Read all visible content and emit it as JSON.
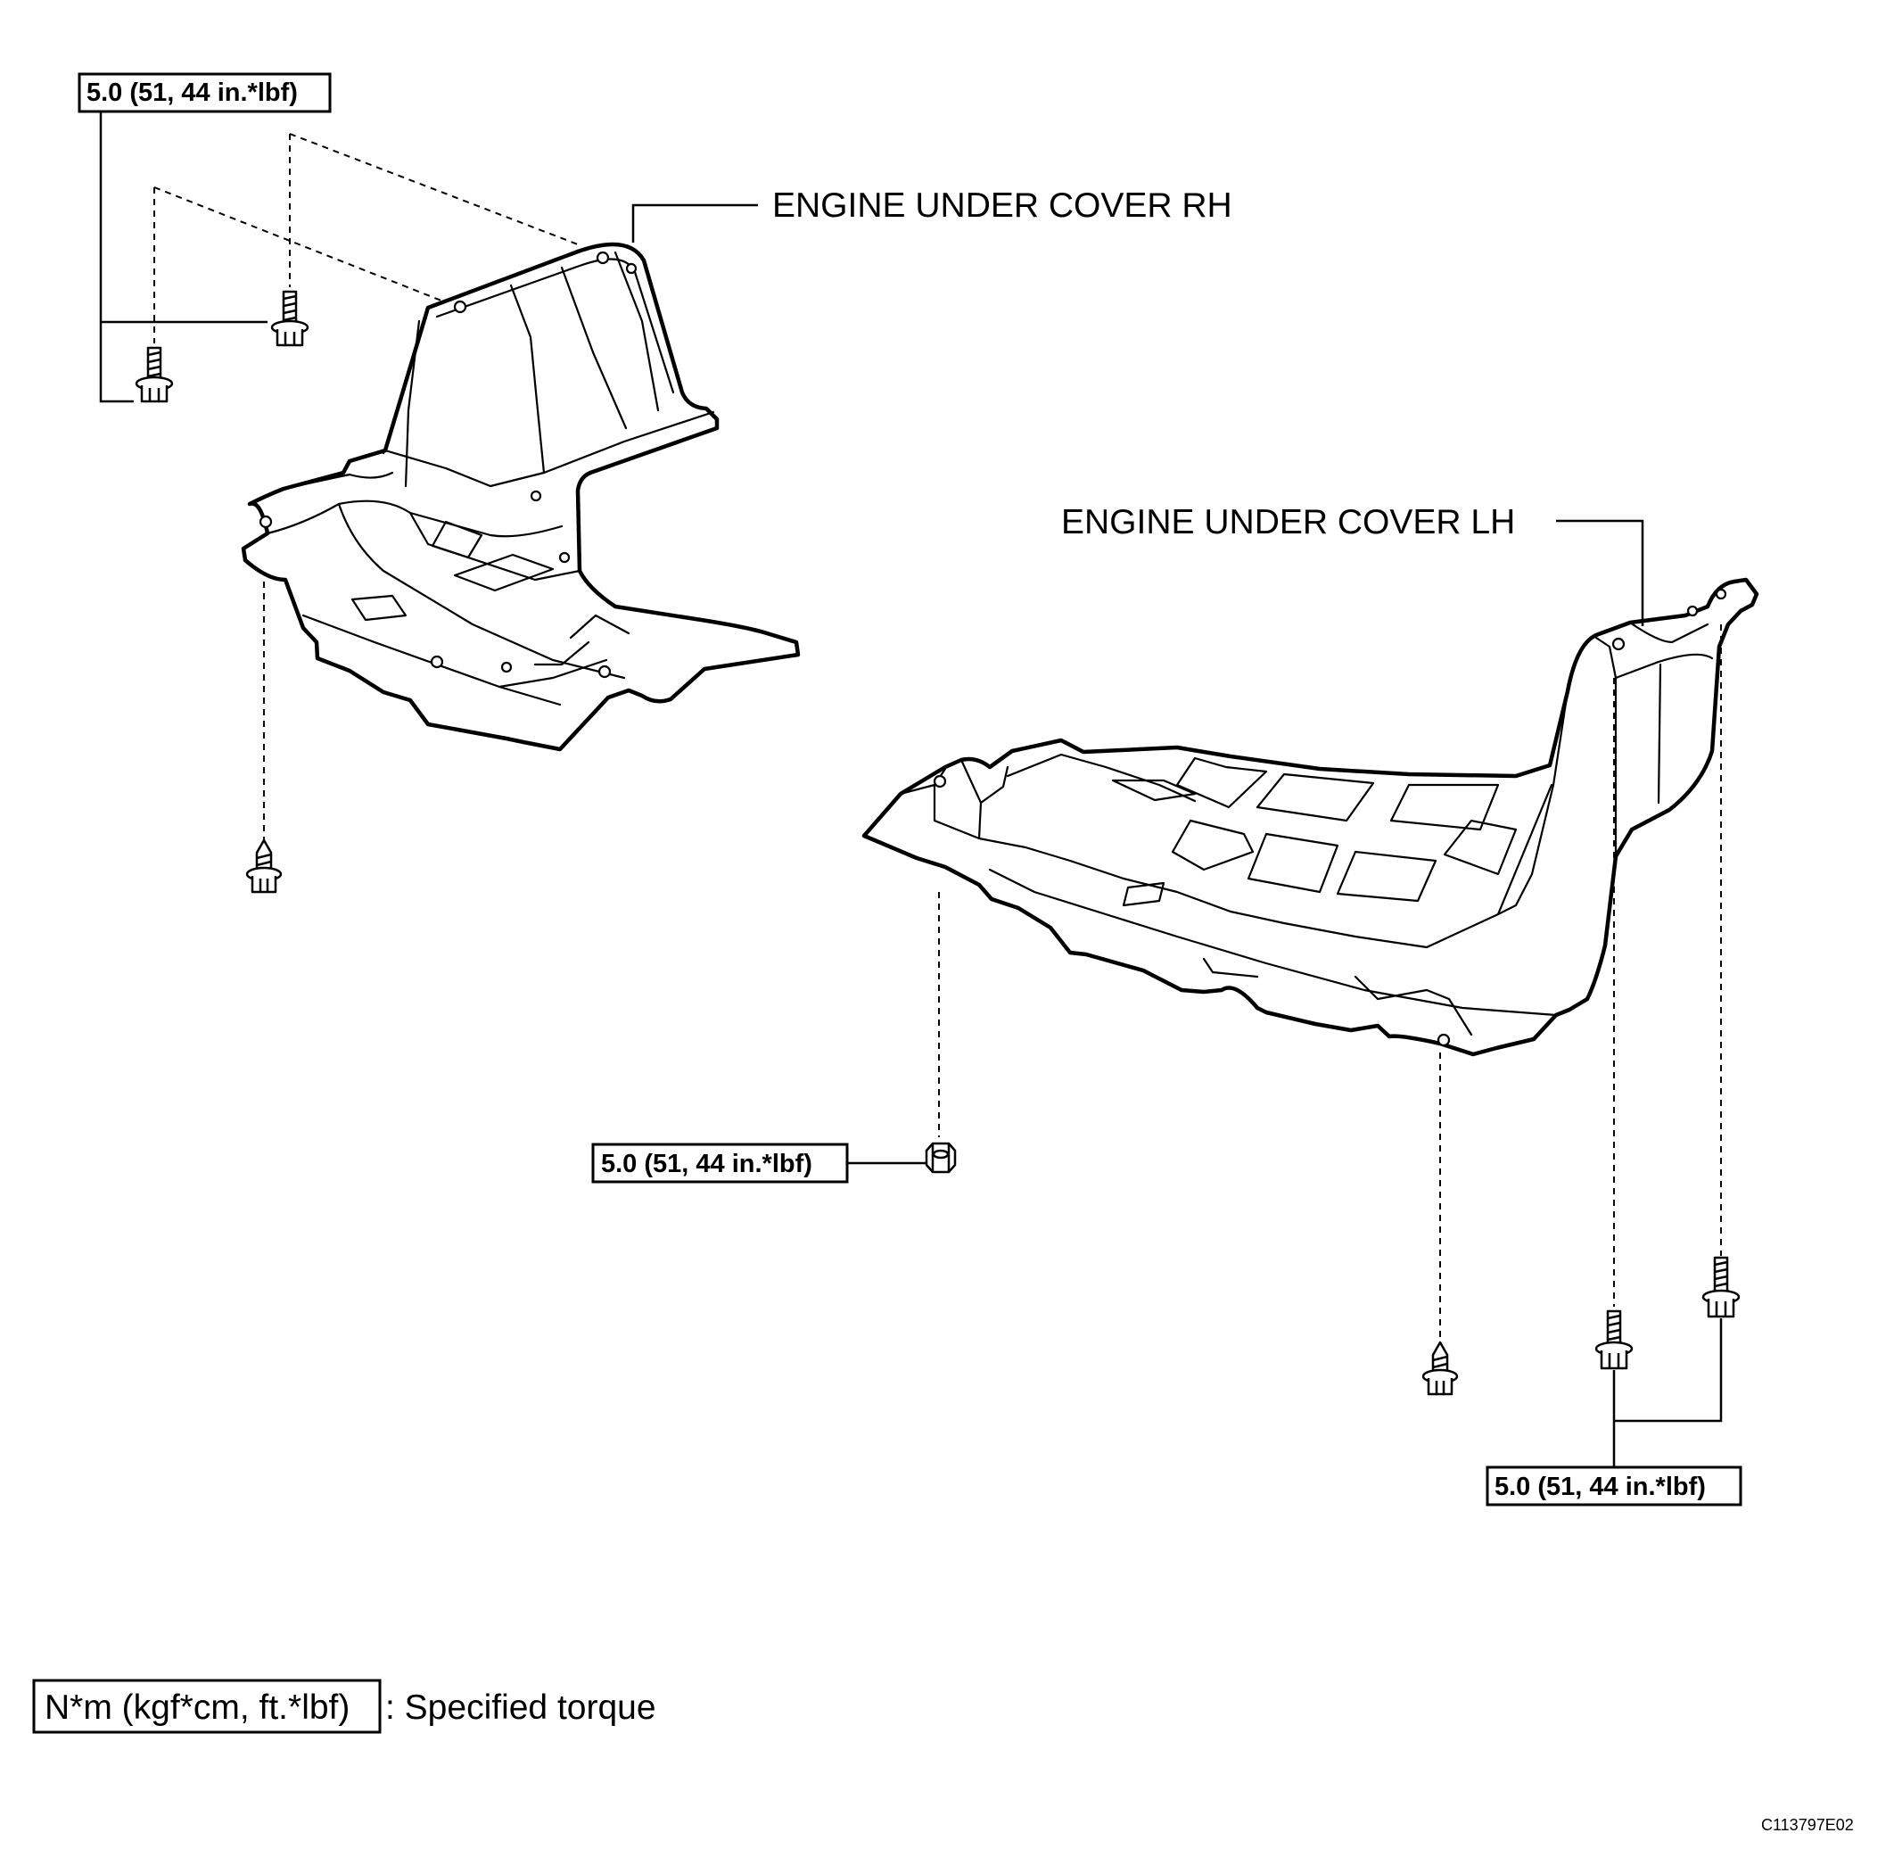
{
  "torque_specs": {
    "rh_upper_bolts": "5.0 (51, 44 in.*lbf)",
    "nut": "5.0 (51, 44 in.*lbf)",
    "lh_lower_bolts": "5.0 (51, 44 in.*lbf)"
  },
  "parts": {
    "rh_cover": "ENGINE UNDER COVER RH",
    "lh_cover": "ENGINE UNDER COVER LH"
  },
  "legend": {
    "unit_box": "N*m (kgf*cm, ft.*lbf)",
    "description": ": Specified torque"
  },
  "document_code": "C113797E02"
}
